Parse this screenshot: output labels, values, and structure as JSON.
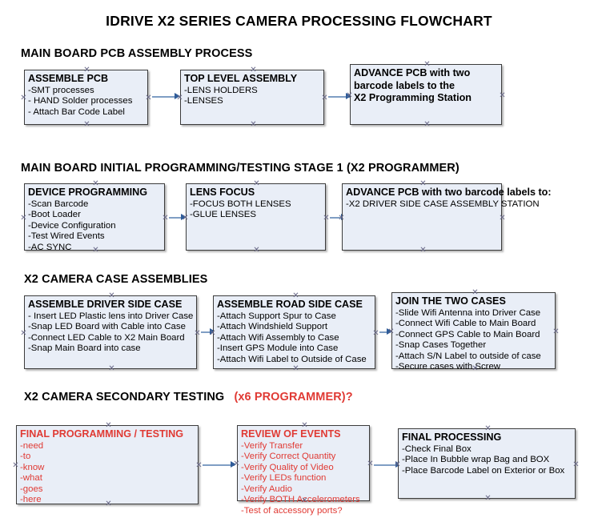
{
  "title": "IDRIVE X2  SERIES CAMERA PROCESSING FLOWCHART",
  "colors": {
    "box_fill": "#e9eef7",
    "box_border": "#3c3c3c",
    "accent_red": "#e03a34",
    "connector": "#7f9ec4",
    "arrow": "#2f5c99"
  },
  "sections": [
    {
      "id": "s1",
      "label": "MAIN BOARD PCB ASSEMBLY PROCESS",
      "red_label": ""
    },
    {
      "id": "s2",
      "label": "MAIN BOARD INITIAL PROGRAMMING/TESTING STAGE 1 (X2 PROGRAMMER)",
      "red_label": ""
    },
    {
      "id": "s3",
      "label": "X2 CAMERA CASE ASSEMBLIES",
      "red_label": ""
    },
    {
      "id": "s4",
      "label": "X2 CAMERA SECONDARY TESTING",
      "red_label": "(x6 PROGRAMMER)?"
    }
  ],
  "boxes": {
    "assemble_pcb": {
      "header": "ASSEMBLE PCB",
      "lines": [
        "-SMT processes",
        "- HAND Solder processes",
        "- Attach Bar Code Label"
      ]
    },
    "top_level_assembly": {
      "header": "TOP LEVEL ASSEMBLY",
      "lines": [
        "-LENS HOLDERS",
        "-LENSES"
      ]
    },
    "advance_pcb_station": {
      "header": "ADVANCE PCB with two",
      "lines": [
        "barcode labels to the",
        " X2 Programming Station"
      ]
    },
    "device_programming": {
      "header": "DEVICE PROGRAMMING",
      "lines": [
        "-Scan Barcode",
        "-Boot Loader",
        "-Device Configuration",
        "-Test Wired Events",
        "-AC SYNC"
      ]
    },
    "lens_focus": {
      "header": "LENS FOCUS",
      "lines": [
        "-FOCUS BOTH LENSES",
        "-GLUE LENSES"
      ]
    },
    "advance_pcb_driver": {
      "header": "ADVANCE PCB with two barcode labels to:",
      "lines": [
        "-X2 DRIVER  SIDE  CASE  ASSEMBLY STATION"
      ]
    },
    "driver_side_case": {
      "header": "ASSEMBLE DRIVER SIDE CASE",
      "lines": [
        "- Insert LED Plastic lens into Driver Case",
        "-Snap LED Board with Cable into Case",
        "-Connect LED Cable to X2 Main Board",
        "-Snap Main Board into case"
      ]
    },
    "road_side_case": {
      "header": "ASSEMBLE ROAD SIDE CASE",
      "lines": [
        "-Attach Support Spur to Case",
        "-Attach Windshield Support",
        "-Attach Wifi Assembly to Case",
        "-Insert GPS Module into Case",
        "-Attach Wifi Label to Outside of Case"
      ]
    },
    "join_two_cases": {
      "header": "JOIN THE TWO CASES",
      "lines": [
        "-Slide Wifi Antenna into Driver Case",
        "-Connect Wifi Cable to Main Board",
        "-Connect GPS Cable to Main Board",
        "-Snap Cases Together",
        "-Attach S/N Label to outside of case",
        "-Secure cases with Screw"
      ]
    },
    "final_programming": {
      "header": "FINAL PROGRAMMING / TESTING",
      "lines": [
        "-need",
        "-to",
        "-know",
        "-what",
        "-goes",
        "-here"
      ]
    },
    "review_of_events": {
      "header": "REVIEW OF EVENTS",
      "lines": [
        "-Verify Transfer",
        "-Verify Correct Quantity",
        "-Verify Quality of Video",
        "-Verify LEDs function",
        "-Verify Audio",
        "-Verify BOTH Accelerometers",
        "-Test of accessory ports?"
      ]
    },
    "final_processing": {
      "header": "FINAL PROCESSING",
      "lines": [
        "-Check Final Box",
        "-Place In Bubble wrap Bag and BOX",
        "-Place Barcode Label on Exterior or Box"
      ]
    }
  }
}
